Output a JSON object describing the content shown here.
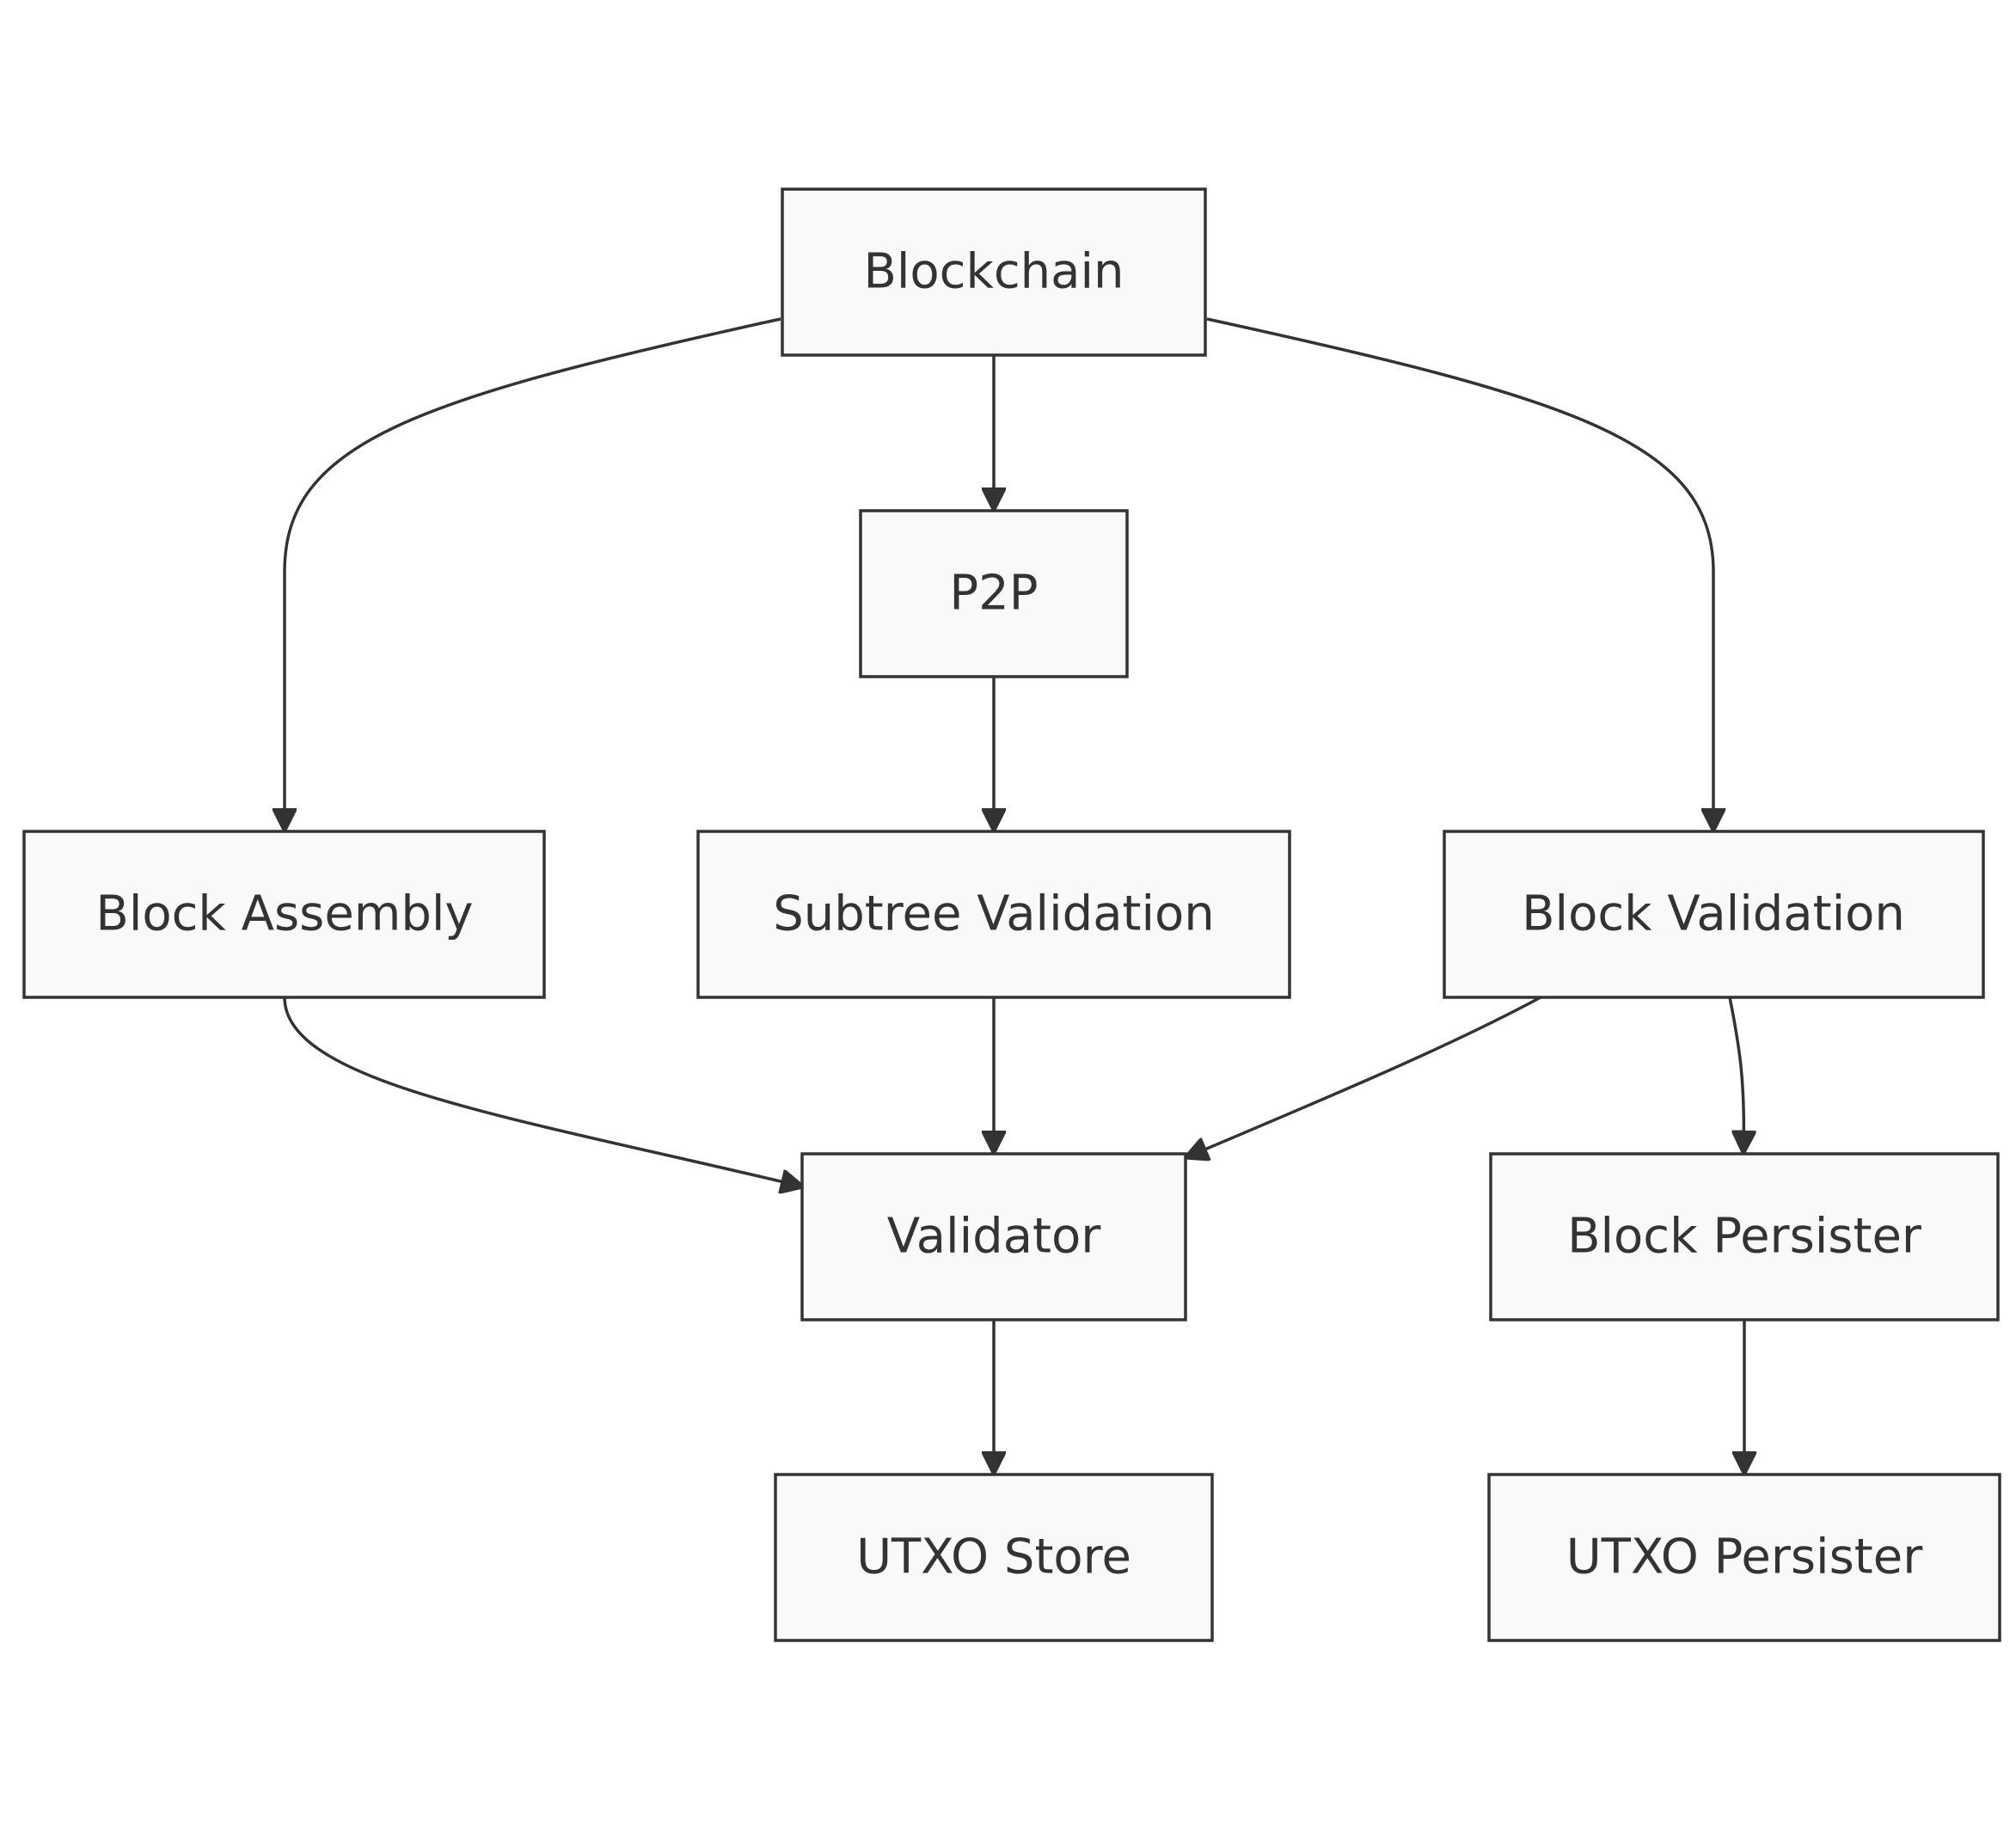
{
  "diagram": {
    "type": "flowchart",
    "direction": "top-down",
    "colors": {
      "node_fill": "#f9f9f9",
      "node_stroke": "#333333",
      "edge": "#333333",
      "text": "#333333",
      "background": "#ffffff"
    },
    "nodes": {
      "blockchain": "Blockchain",
      "p2p": "P2P",
      "block_assembly": "Block Assembly",
      "subtree_validation": "Subtree Validation",
      "block_validation": "Block Validation",
      "validator": "Validator",
      "block_persister": "Block Persister",
      "utxo_store": "UTXO Store",
      "utxo_persister": "UTXO Persister"
    },
    "edges": [
      {
        "from": "Blockchain",
        "to": "Block Assembly"
      },
      {
        "from": "Blockchain",
        "to": "P2P"
      },
      {
        "from": "Blockchain",
        "to": "Block Validation"
      },
      {
        "from": "P2P",
        "to": "Subtree Validation"
      },
      {
        "from": "Block Assembly",
        "to": "Validator"
      },
      {
        "from": "Subtree Validation",
        "to": "Validator"
      },
      {
        "from": "Block Validation",
        "to": "Validator"
      },
      {
        "from": "Block Validation",
        "to": "Block Persister"
      },
      {
        "from": "Validator",
        "to": "UTXO Store"
      },
      {
        "from": "Block Persister",
        "to": "UTXO Persister"
      }
    ]
  }
}
